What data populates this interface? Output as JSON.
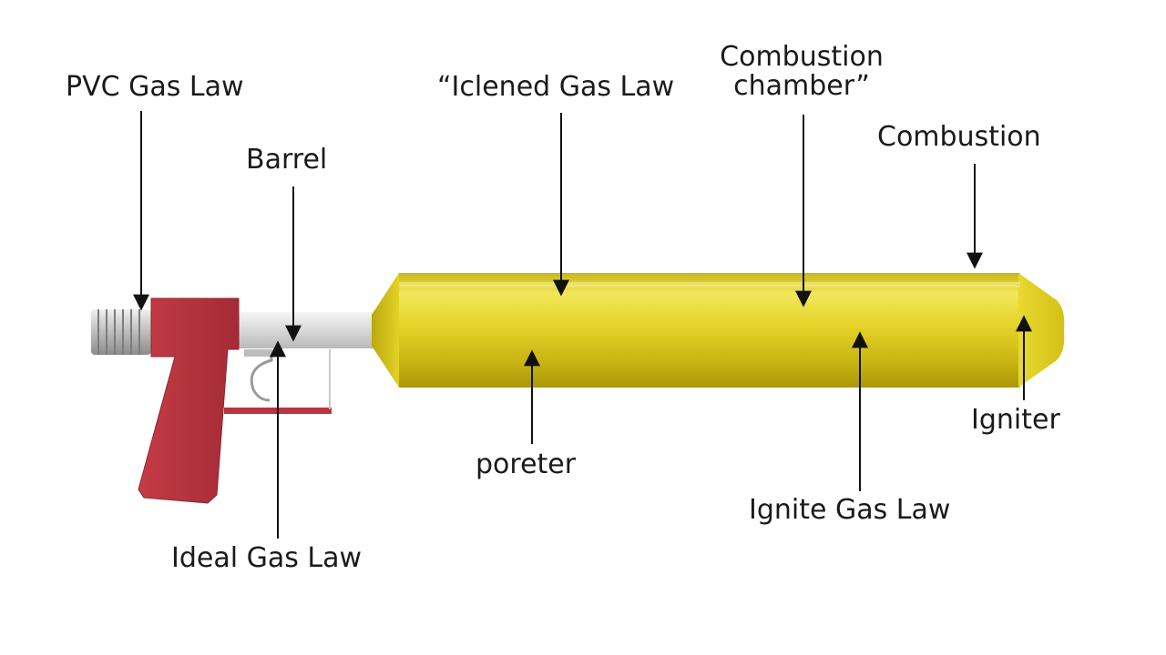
{
  "labels": {
    "pvc_gas_law": "PVC Gas Law",
    "barrel": "Barrel",
    "iclened_gas_law": "“Iclened Gas Law",
    "combustion_chamber_line1": "Combustion",
    "combustion_chamber_line2": "chamber”",
    "combustion": "Combustion",
    "igniter": "Igniter",
    "poreter": "poreter",
    "ignite_gas_law": "Ignite Gas Law",
    "ideal_gas_law": "Ideal Gas Law"
  },
  "colors": {
    "chamber_fill": "#e3d125",
    "chamber_highlight": "#f5ea63",
    "chamber_shadow": "#b3a00c",
    "handle_fill": "#b8343e",
    "barrel_fill": "#d9d9d9",
    "arrow": "#111111",
    "text": "#1a1a1a"
  }
}
